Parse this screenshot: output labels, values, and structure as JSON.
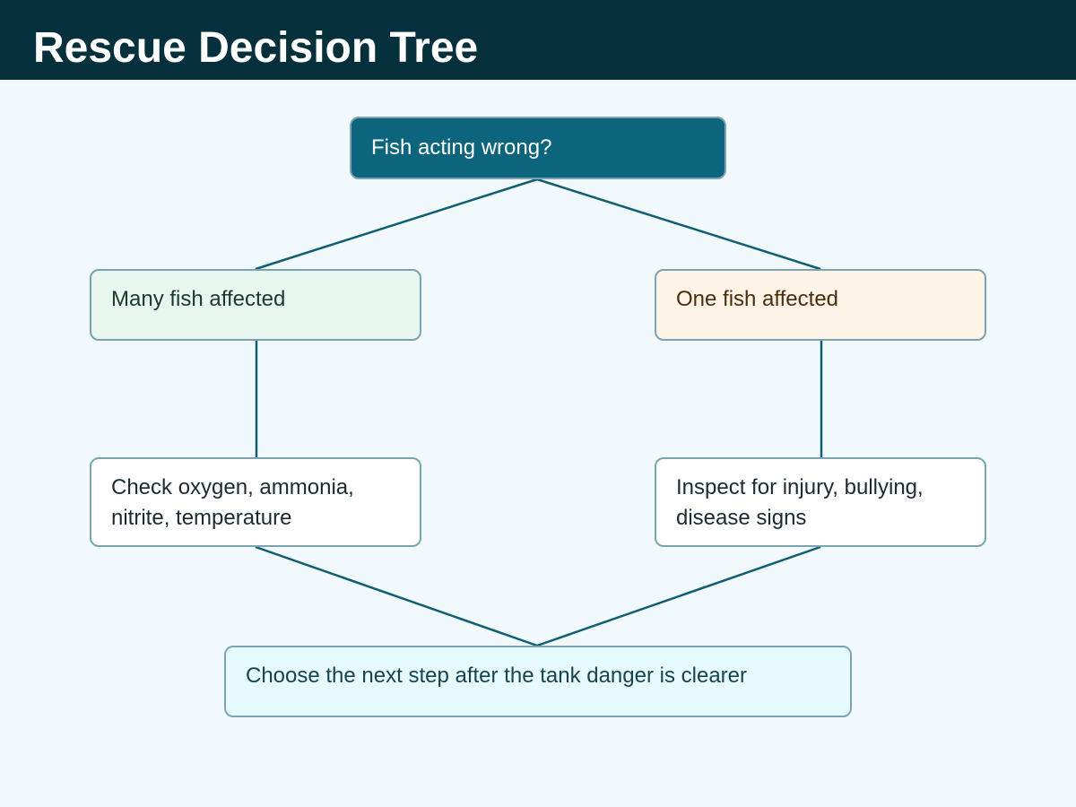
{
  "header": {
    "title": "Rescue Decision Tree"
  },
  "nodes": {
    "root": "Fish acting wrong?",
    "many": "Many fish affected",
    "one": "One fish affected",
    "check": [
      "Check oxygen, ammonia,",
      "nitrite, temperature"
    ],
    "inspect": [
      "Inspect for injury, bullying,",
      "disease signs"
    ],
    "next": "Choose the next step after the tank danger is clearer"
  },
  "colors": {
    "header_bg": "#07303d",
    "root_bg": "#0d647d",
    "many_bg": "#e7f6ef",
    "one_bg": "#fdf4e7",
    "next_bg": "#e7fbfe",
    "connector": "#0f5f73"
  }
}
